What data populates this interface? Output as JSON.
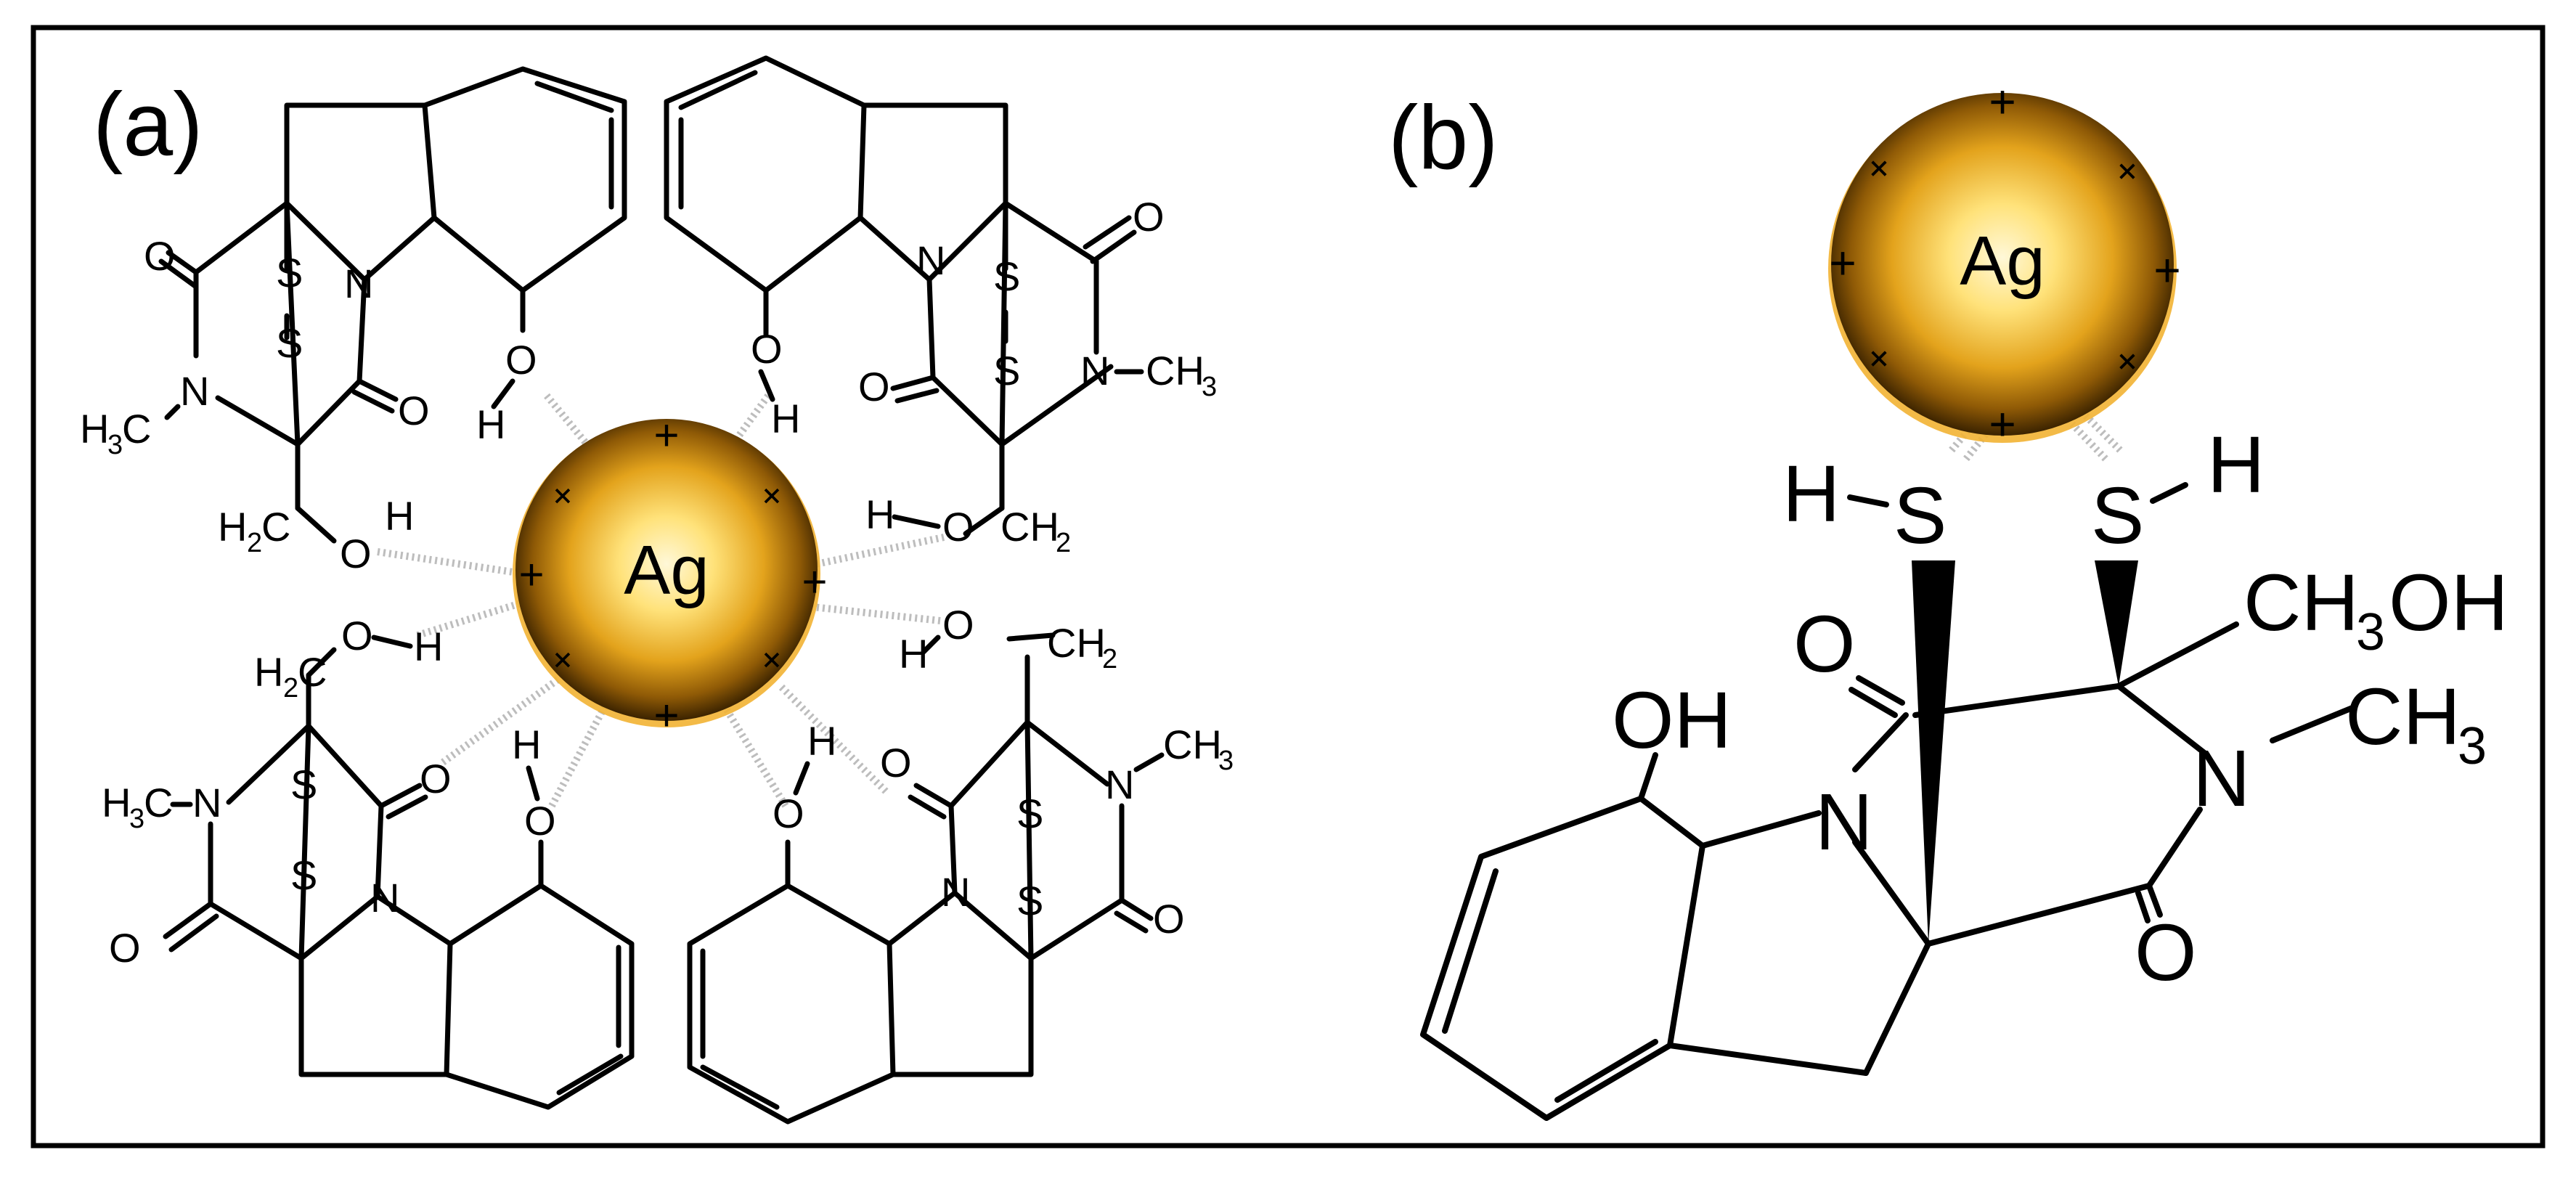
{
  "figure": {
    "panel_a_label": "(a)",
    "panel_b_label": "(b)",
    "nanoparticle_label": "Ag",
    "charge_symbol": "+",
    "colors": {
      "frame": "#000000",
      "ag_core": "#ffeaa0",
      "ag_mid": "#e0a118",
      "ag_edge": "#4a2d00",
      "charge": "#e01010"
    }
  },
  "panel_a": {
    "atoms": {
      "O": "O",
      "N": "N",
      "S": "S",
      "H": "H",
      "H3C_main": "H",
      "H3C_sub": "3",
      "H3C_tail": "C",
      "CH3_head": "CH",
      "CH3_sub": "3",
      "H2C_main": "H",
      "H2C_sub": "2",
      "H2C_tail": "C",
      "CH2_head": "CH",
      "CH2_sub": "2"
    }
  },
  "panel_b": {
    "atoms": {
      "H": "H",
      "S": "S",
      "O": "O",
      "N": "N",
      "OH": "OH",
      "CH3OH_head": "CH",
      "CH3OH_sub": "3",
      "CH3OH_tail": "OH",
      "CH3_head": "CH",
      "CH3_sub": "3"
    }
  }
}
